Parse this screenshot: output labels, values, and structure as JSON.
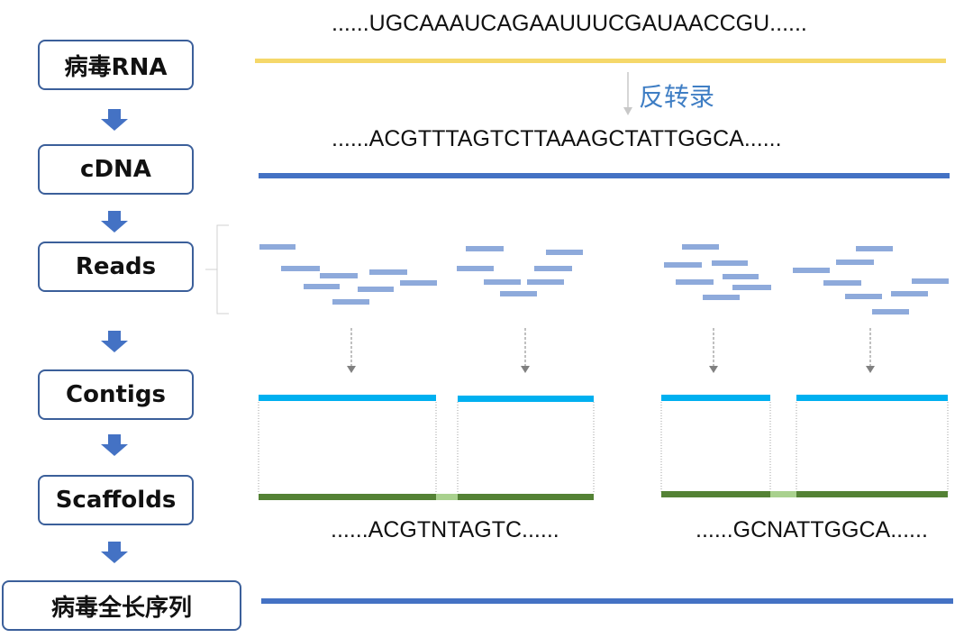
{
  "steps": [
    "病毒RNA",
    "cDNA",
    "Reads",
    "Contigs",
    "Scaffolds",
    "病毒全长序列"
  ],
  "sequences": {
    "rna": "......UGCAAAUCAGAAUUUCGAUAACCGU......",
    "cdna": "......ACGTTTAGTCTTAAAGCTATTGGCA......",
    "scaffold_left": "......ACGTNTAGTC......",
    "scaffold_right": "......GCNATTGGCA......"
  },
  "labels": {
    "reverse_transcription": "反转录"
  },
  "colors": {
    "box_border": "#3b5f9a",
    "flow_arrow": "#4472c4",
    "rna_line": "#f5d86a",
    "cdna_line": "#4472c4",
    "read": "#8eaadb",
    "contig": "#00b0f0",
    "scaffold": "#548235",
    "scaffold_gap": "#a9d18e",
    "final_line": "#4472c4",
    "rt_label": "#3f7ec4"
  }
}
